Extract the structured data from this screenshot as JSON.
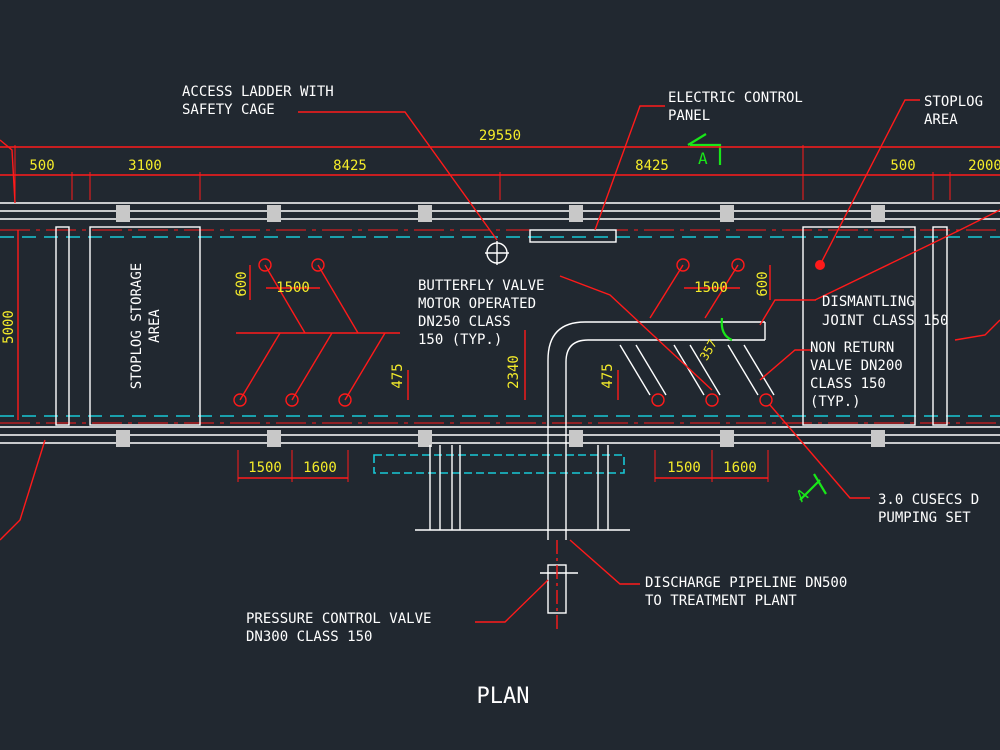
{
  "title": "PLAN",
  "labels": {
    "access_ladder": [
      "ACCESS LADDER WITH",
      "SAFETY CAGE"
    ],
    "electric_panel": [
      "ELECTRIC CONTROL",
      "PANEL"
    ],
    "stoplog_area_top": [
      "STOPLOG",
      "AREA"
    ],
    "stoplog_storage": [
      "STOPLOG STORAGE",
      "AREA"
    ],
    "butterfly_valve": [
      "BUTTERFLY VALVE",
      "MOTOR OPERATED",
      "DN250 CLASS",
      "150 (TYP.)"
    ],
    "dismantling_joint": [
      "DISMANTLING",
      "JOINT CLASS 150"
    ],
    "non_return_valve": [
      "NON RETURN",
      "VALVE DN200",
      "CLASS 150",
      "(TYP.)"
    ],
    "pumping_set": [
      "3.0 CUSECS D",
      "PUMPING SET"
    ],
    "discharge_pipeline": [
      "DISCHARGE PIPELINE DN500",
      "TO TREATMENT PLANT"
    ],
    "pressure_valve": [
      "PRESSURE CONTROL VALVE",
      "DN300 CLASS 150"
    ]
  },
  "dimensions": {
    "overall": "29550",
    "top_row": [
      "500",
      "3100",
      "8425",
      "8425",
      "500",
      "2000"
    ],
    "left_height": "5000",
    "pump_spacing_top_left": "1500",
    "pump_spacing_top_right": "1500",
    "pump_offset_left": "600",
    "pump_offset_right": "600",
    "bottom_left": [
      "1500",
      "1600"
    ],
    "bottom_right": [
      "1500",
      "1600"
    ],
    "v_475_left": "475",
    "v_475_right": "475",
    "v_2340": "2340",
    "small_357": "357"
  },
  "section_marks": [
    "A",
    "A"
  ],
  "colors": {
    "background": "#212830",
    "outline": "#ffffff",
    "annotation": "#ff1a1a",
    "dimension_text": "#f5ec2a",
    "centerline": "#19c7d6",
    "section_mark": "#19e619"
  }
}
